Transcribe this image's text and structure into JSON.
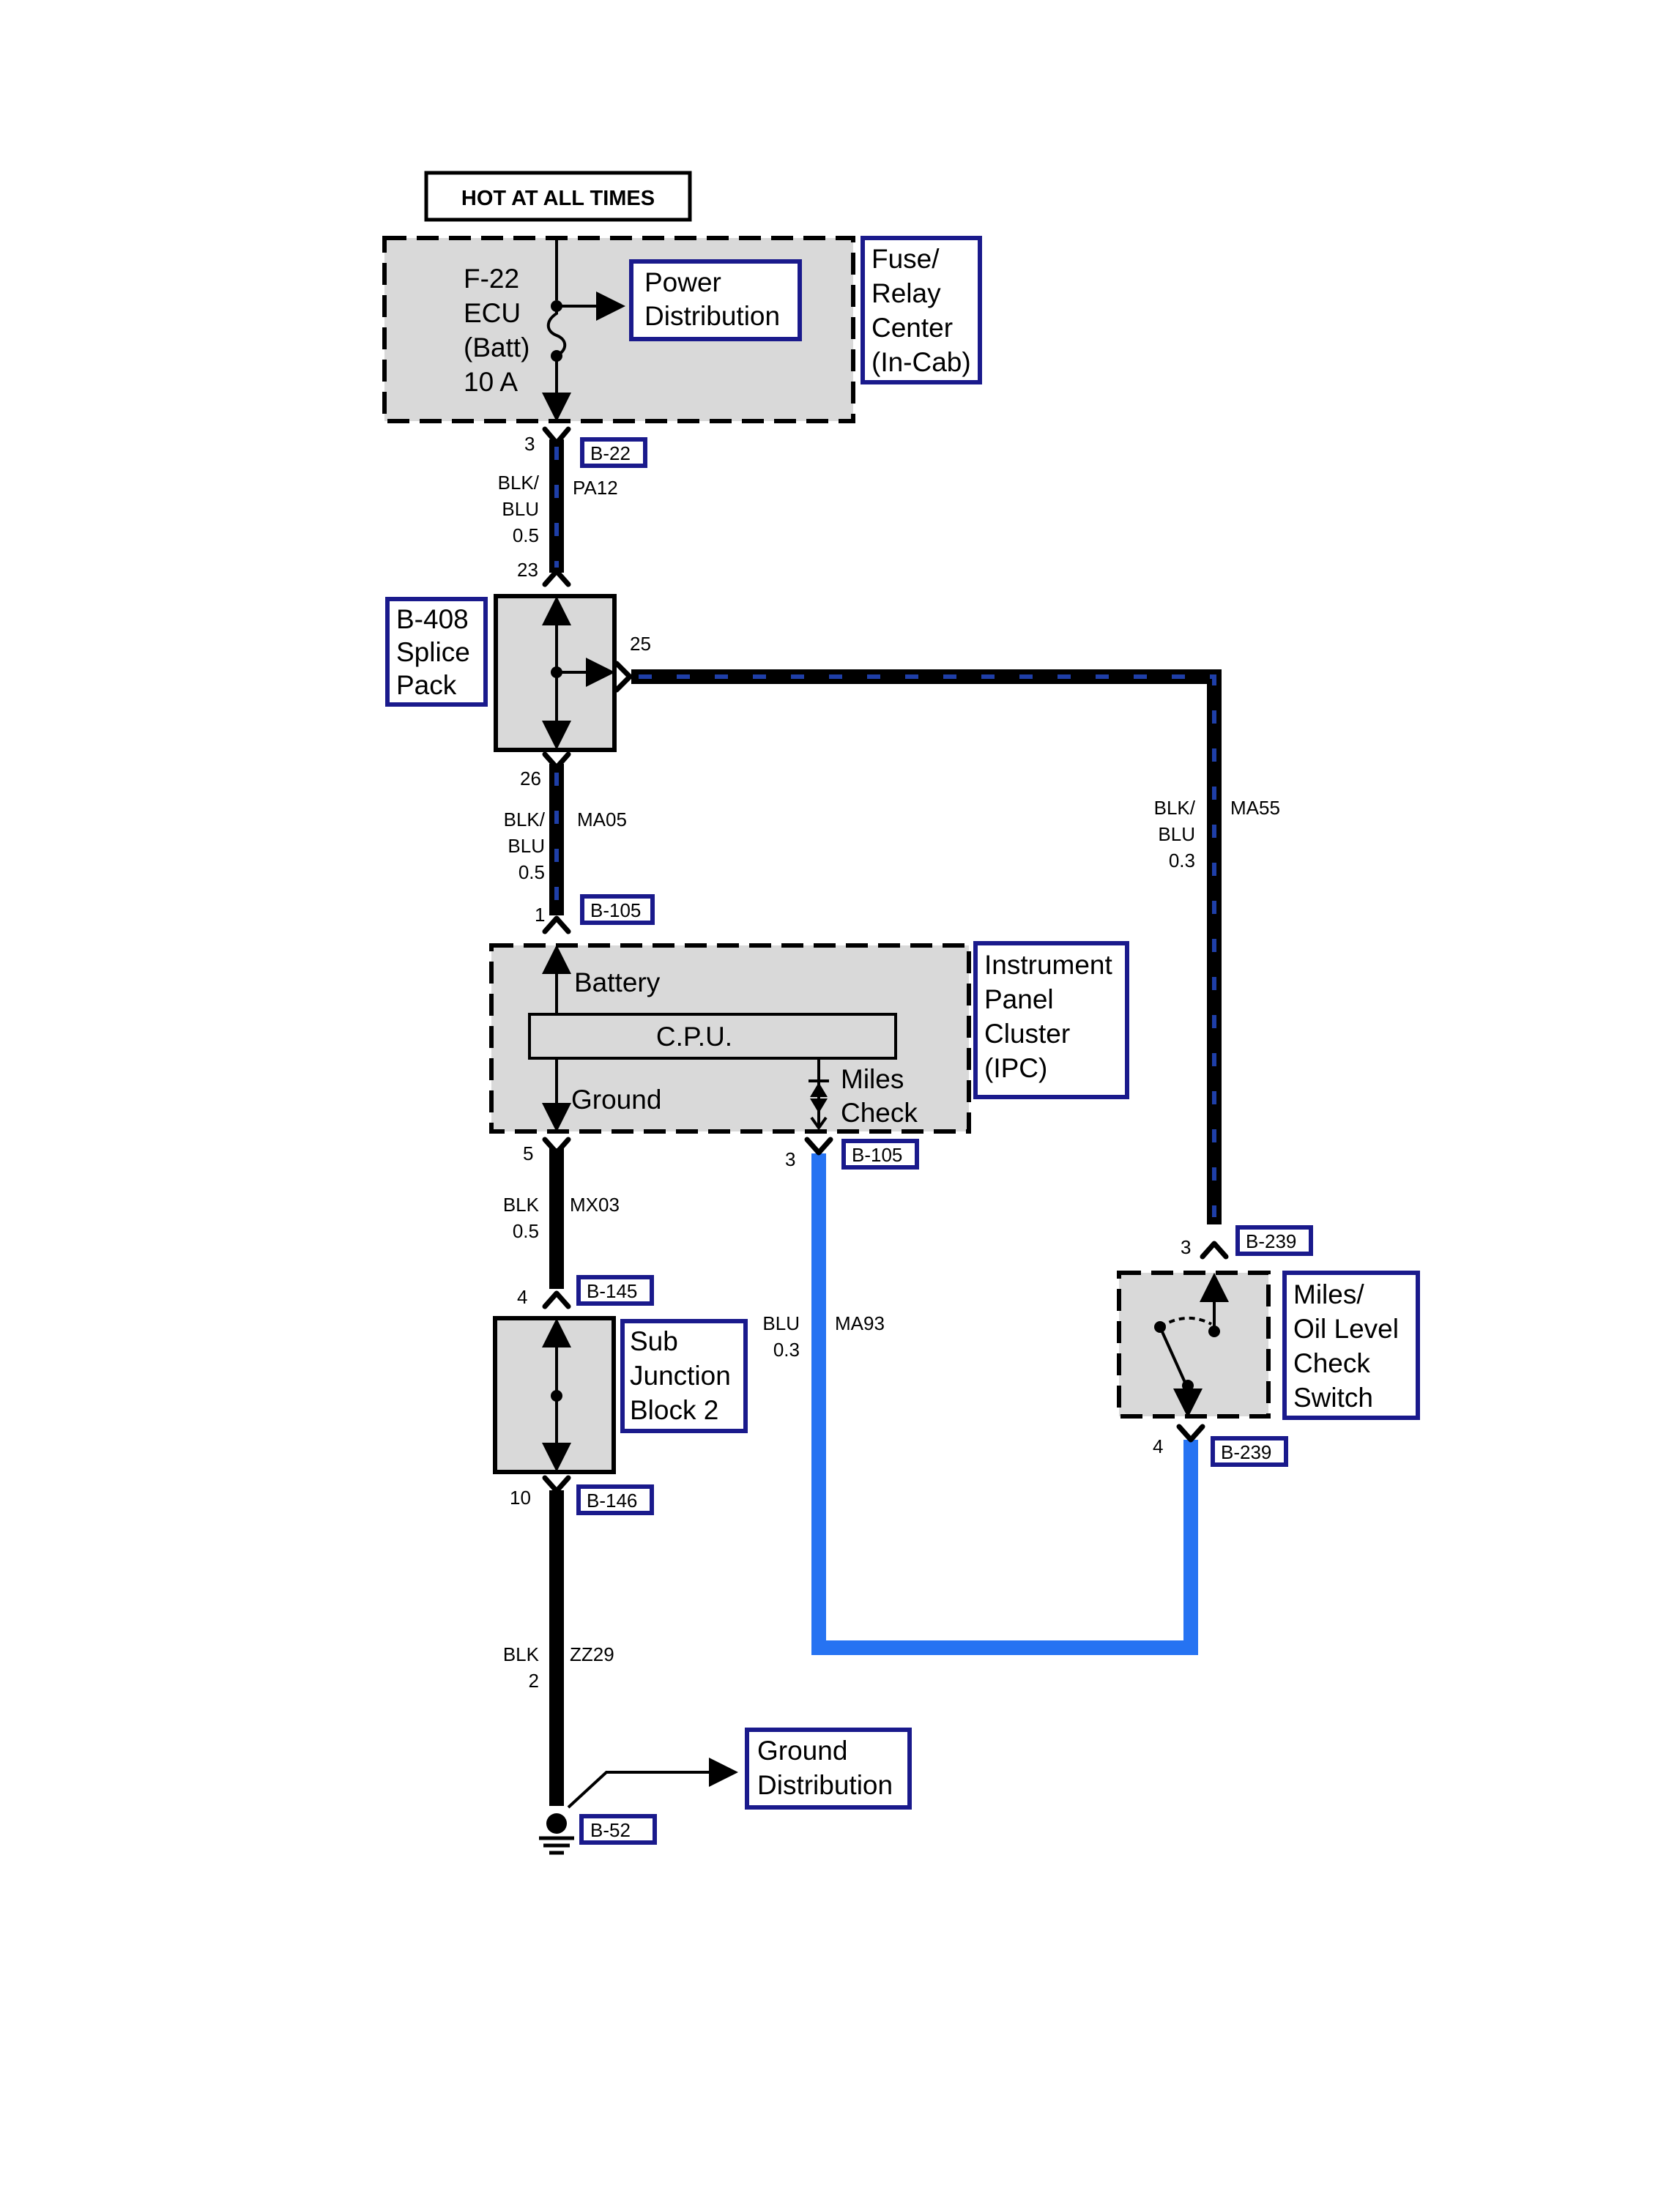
{
  "hot_label": "HOT AT ALL TIMES",
  "fuse": {
    "lines": [
      "F-22",
      "ECU",
      "(Batt)",
      "10 A"
    ]
  },
  "power_distribution": {
    "lines": [
      "Power",
      "Distribution"
    ]
  },
  "fuse_relay_center": {
    "lines": [
      "Fuse/",
      "Relay",
      "Center",
      "(In-Cab)"
    ]
  },
  "wire_pa12": {
    "circuit": "PA12",
    "color_lines": [
      "BLK/",
      "BLU",
      "0.5"
    ],
    "pin_top": "3",
    "pin_bottom": "23",
    "connector": "B-22"
  },
  "splice_pack": {
    "lines": [
      "B-408",
      "Splice",
      "Pack"
    ],
    "pin_right": "25"
  },
  "wire_ma55": {
    "circuit": "MA55",
    "color_lines": [
      "BLK/",
      "BLU",
      "0.3"
    ]
  },
  "wire_ma05": {
    "circuit": "MA05",
    "color_lines": [
      "BLK/",
      "BLU",
      "0.5"
    ],
    "pin_top": "26",
    "pin_bottom": "1",
    "connector": "B-105"
  },
  "ipc": {
    "lines": [
      "Instrument",
      "Panel",
      "Cluster",
      "(IPC)"
    ],
    "battery": "Battery",
    "cpu": "C.P.U.",
    "ground": "Ground",
    "miles_check_lines": [
      "Miles",
      "Check"
    ]
  },
  "wire_mx03": {
    "circuit": "MX03",
    "color_lines": [
      "BLK",
      "0.5"
    ],
    "pin_top": "5",
    "pin_bottom": "4",
    "connector": "B-145"
  },
  "ipc_pin3": {
    "pin": "3",
    "connector": "B-105"
  },
  "wire_ma93": {
    "circuit": "MA93",
    "color_lines": [
      "BLU",
      "0.3"
    ]
  },
  "switch": {
    "lines": [
      "Miles/",
      "Oil Level",
      "Check",
      "Switch"
    ],
    "pin_top": "3",
    "connector_top": "B-239",
    "pin_bottom": "4",
    "connector_bottom": "B-239"
  },
  "sub_junction": {
    "lines": [
      "Sub",
      "Junction",
      "Block 2"
    ],
    "pin_bottom": "10",
    "connector_bottom": "B-146"
  },
  "wire_zz29": {
    "circuit": "ZZ29",
    "color_lines": [
      "BLK",
      "2"
    ]
  },
  "ground_distribution": {
    "lines": [
      "Ground",
      "Distribution"
    ]
  },
  "ground_connector": "B-52",
  "colors": {
    "black_wire": "#000000",
    "stripe": "#1f3fa8",
    "blue_wire": "#2673f2",
    "label_border": "#1a1a8c",
    "fill": "#d9d9d9"
  }
}
